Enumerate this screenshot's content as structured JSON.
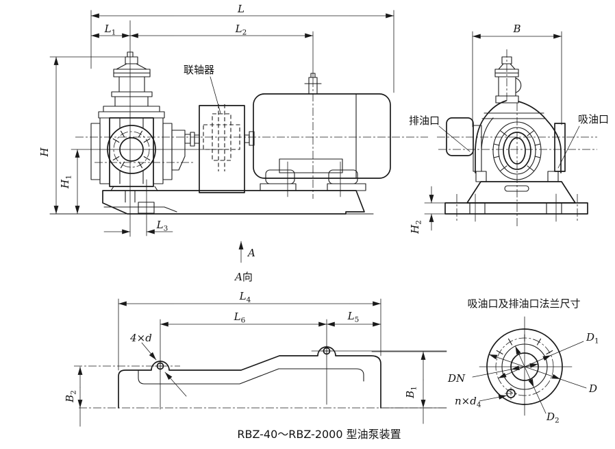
{
  "palette": {
    "ink": "#1a1a1a",
    "paper": "#ffffff"
  },
  "caption": "RBZ-40～RBZ-2000 型油泵装置",
  "labels": {
    "coupling": "联轴器",
    "discharge_port": "排油口",
    "suction_port": "吸油口",
    "flange_title": "吸油口及排油口法兰尺寸",
    "view_letter": "A",
    "view_suffix": "向"
  },
  "dims": {
    "L": {
      "base": "L",
      "sub": ""
    },
    "L1": {
      "base": "L",
      "sub": "1"
    },
    "L2": {
      "base": "L",
      "sub": "2"
    },
    "L3": {
      "base": "L",
      "sub": "3"
    },
    "L4": {
      "base": "L",
      "sub": "4"
    },
    "L5": {
      "base": "L",
      "sub": "5"
    },
    "L6": {
      "base": "L",
      "sub": "6"
    },
    "H": {
      "base": "H",
      "sub": ""
    },
    "H1": {
      "base": "H",
      "sub": "1"
    },
    "H2": {
      "base": "H",
      "sub": "2"
    },
    "B": {
      "base": "B",
      "sub": ""
    },
    "B1": {
      "base": "B",
      "sub": "1"
    },
    "B2": {
      "base": "B",
      "sub": "2"
    },
    "d4x": {
      "base": "4×d",
      "sub": ""
    },
    "nd4": {
      "base": "n×d",
      "sub": "4"
    },
    "D": {
      "base": "D",
      "sub": ""
    },
    "D1": {
      "base": "D",
      "sub": "1"
    },
    "D2": {
      "base": "D",
      "sub": "2"
    },
    "DN": {
      "base": "DN",
      "sub": ""
    }
  }
}
